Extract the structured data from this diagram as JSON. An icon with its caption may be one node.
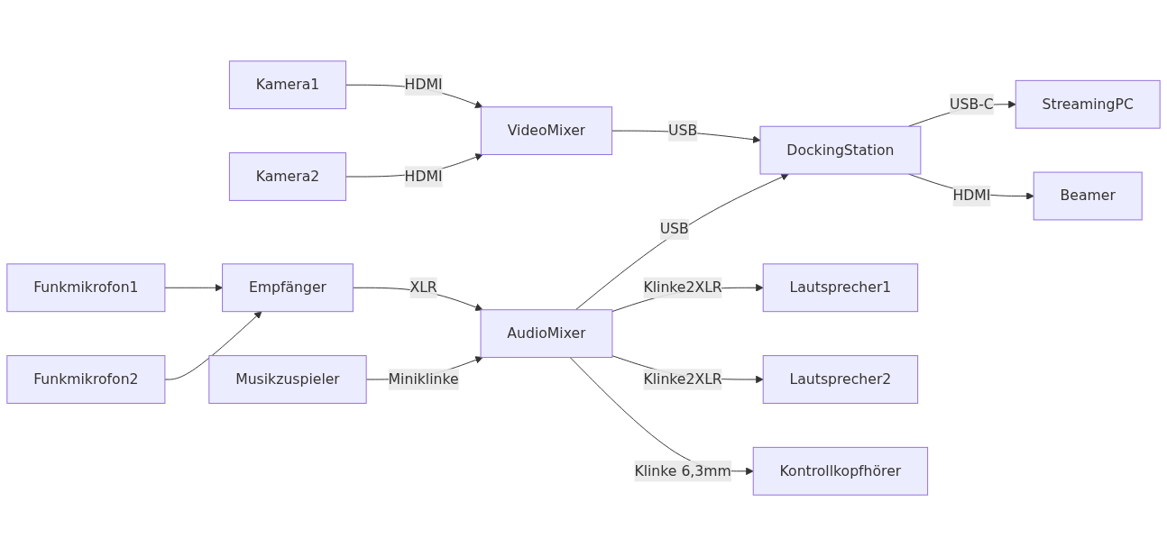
{
  "diagram": {
    "nodes": [
      {
        "text": [
          "Kamera1"
        ]
      },
      {
        "text": [
          "Kamera2"
        ]
      },
      {
        "text": [
          "VideoMixer"
        ]
      },
      {
        "text": [
          "DockingStation"
        ]
      },
      {
        "text": [
          "StreamingPC"
        ]
      },
      {
        "text": [
          "Beamer"
        ]
      },
      {
        "text": [
          "Funkmikrofon1"
        ]
      },
      {
        "text": [
          "Funkmikrofon2"
        ]
      },
      {
        "text": [
          "Empfänger"
        ]
      },
      {
        "text": [
          "Musikzuspieler"
        ]
      },
      {
        "text": [
          "AudioMixer"
        ]
      },
      {
        "text": [
          "Lautsprecher1"
        ]
      },
      {
        "text": [
          "Lautsprecher2"
        ]
      },
      {
        "text": [
          "Kontrollkopfhörer"
        ]
      }
    ],
    "edges": [
      {
        "from": 0,
        "to": 2,
        "arrow": "to",
        "label": "HDMI"
      },
      {
        "from": 1,
        "to": 2,
        "arrow": "to",
        "label": "HDMI"
      },
      {
        "from": 2,
        "to": 3,
        "arrow": "to",
        "label": "USB"
      },
      {
        "from": 3,
        "to": 4,
        "arrow": "to",
        "label": "USB-C"
      },
      {
        "from": 3,
        "to": 5,
        "arrow": "to",
        "label": "HDMI"
      },
      {
        "from": 6,
        "to": 8,
        "arrow": "to"
      },
      {
        "from": 7,
        "to": 8,
        "arrow": "to"
      },
      {
        "from": 8,
        "to": 10,
        "arrow": "to",
        "label": "XLR"
      },
      {
        "from": 9,
        "to": 10,
        "arrow": "to",
        "label": "Miniklinke"
      },
      {
        "from": 10,
        "to": 3,
        "arrow": "to",
        "label": "USB"
      },
      {
        "from": 10,
        "to": 11,
        "arrow": "to",
        "label": "Klinke2XLR"
      },
      {
        "from": 10,
        "to": 12,
        "arrow": "to",
        "label": "Klinke2XLR"
      },
      {
        "from": 10,
        "to": 13,
        "arrow": "to",
        "label": "Klinke 6,3mm"
      }
    ]
  }
}
